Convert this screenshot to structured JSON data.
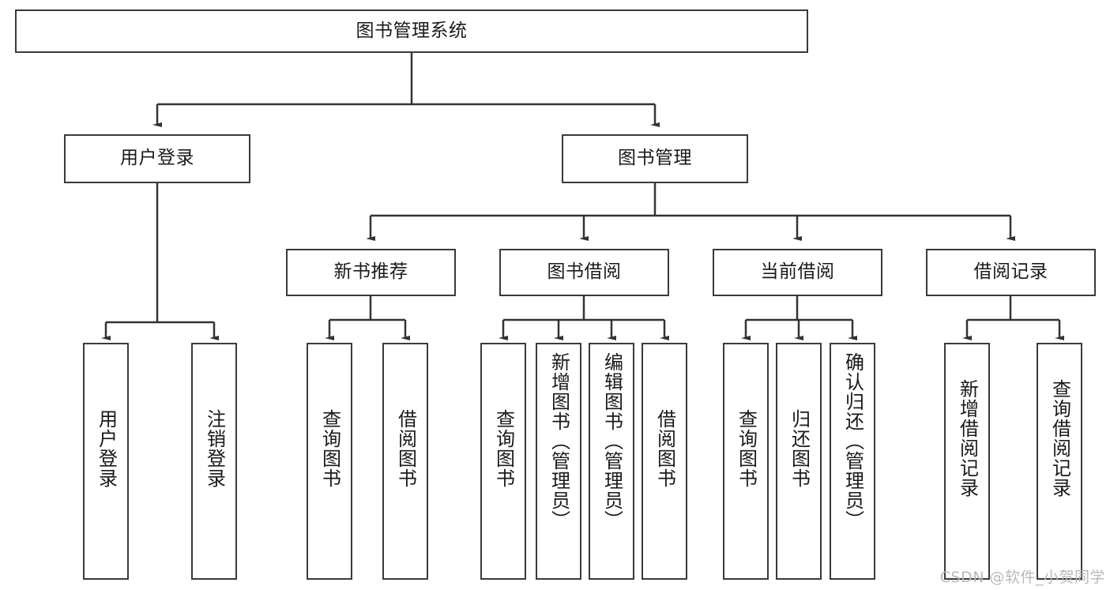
{
  "diagram": {
    "title": "图书管理系统",
    "type": "hierarchy-tree",
    "watermark": "CSDN @软件_小贺同学",
    "colors": {
      "box_border": "#3a3a3a",
      "box_fill": "#ffffff",
      "edge": "#333333",
      "text": "#1a1a1a",
      "watermark": "#b9b9b9"
    },
    "nodes": {
      "root": {
        "label": "图书管理系统"
      },
      "level2": [
        {
          "label": "用户登录"
        },
        {
          "label": "图书管理"
        }
      ],
      "level3": [
        {
          "label": "新书推荐"
        },
        {
          "label": "图书借阅"
        },
        {
          "label": "当前借阅"
        },
        {
          "label": "借阅记录"
        }
      ],
      "leaves": [
        {
          "label": "用户登录",
          "parent": "用户登录"
        },
        {
          "label": "注销登录",
          "parent": "用户登录"
        },
        {
          "label": "查询图书",
          "parent": "新书推荐"
        },
        {
          "label": "借阅图书",
          "parent": "新书推荐"
        },
        {
          "label": "查询图书",
          "parent": "图书借阅"
        },
        {
          "label": "新增图书（管理员）",
          "parent": "图书借阅"
        },
        {
          "label": "编辑图书（管理员）",
          "parent": "图书借阅"
        },
        {
          "label": "借阅图书",
          "parent": "图书借阅"
        },
        {
          "label": "查询图书",
          "parent": "当前借阅"
        },
        {
          "label": "归还图书",
          "parent": "当前借阅"
        },
        {
          "label": "确认归还（管理员）",
          "parent": "当前借阅"
        },
        {
          "label": "新增借阅记录",
          "parent": "借阅记录"
        },
        {
          "label": "查询借阅记录",
          "parent": "借阅记录"
        }
      ]
    }
  }
}
